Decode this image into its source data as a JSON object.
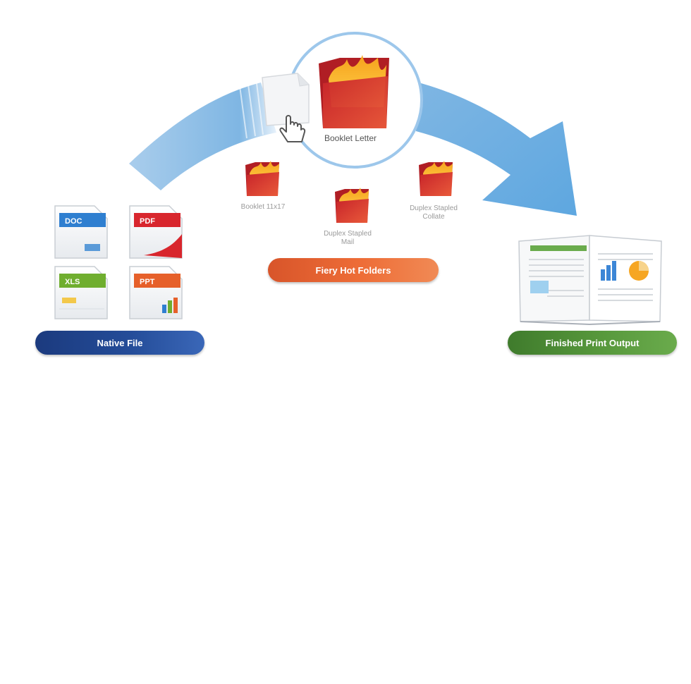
{
  "labels": {
    "native_file": "Native File",
    "hot_folders": "Fiery Hot Folders",
    "print_output": "Finished Print Output"
  },
  "folders": {
    "main": "Booklet Letter",
    "left": "Booklet 11x17",
    "middle": "Duplex Stapled\nMail",
    "right": "Duplex Stapled\nCollate"
  },
  "file_icons": [
    {
      "name": "doc-blue",
      "tag": "DOC",
      "color": "#2f7fd0"
    },
    {
      "name": "pdf-red",
      "tag": "PDF",
      "color": "#d8262d"
    },
    {
      "name": "xls-green",
      "tag": "XLS",
      "color": "#6fae2f"
    },
    {
      "name": "ppt-orange",
      "tag": "PPT",
      "color": "#e6602a"
    }
  ],
  "colors": {
    "arc": "#7fb6e3",
    "circle": "#9dc7eb",
    "native_pill": "#244c98",
    "hotfolder_pill": "#ee6d37",
    "output_pill": "#57983c"
  }
}
